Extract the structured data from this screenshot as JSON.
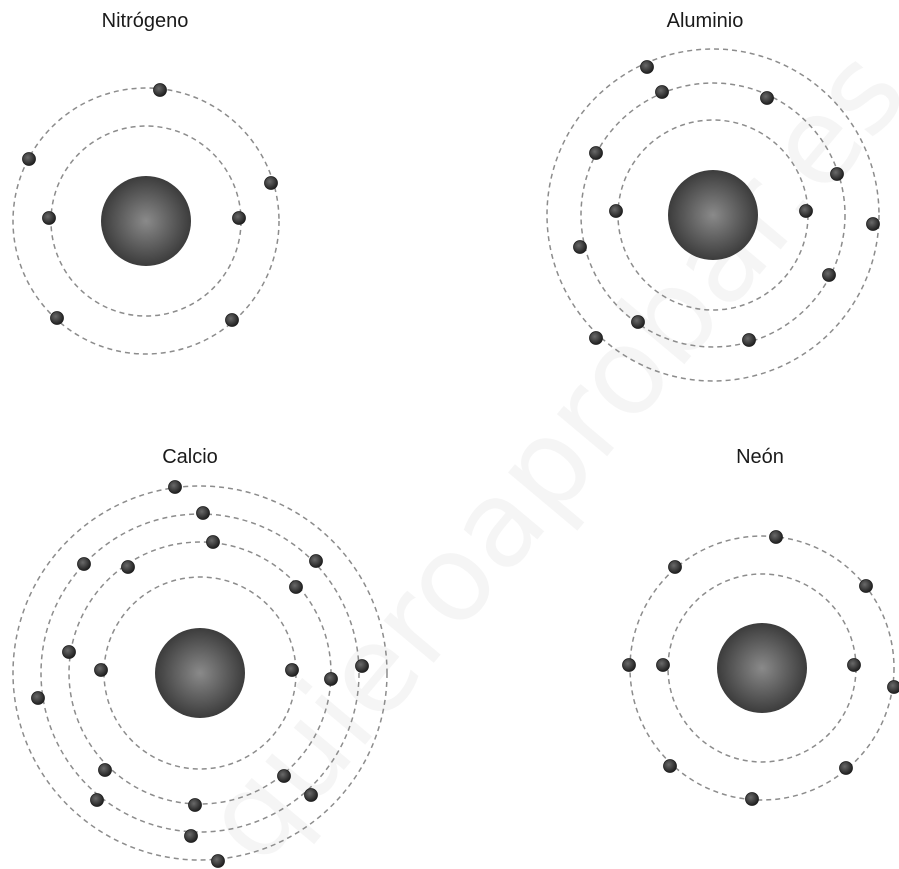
{
  "atoms": [
    {
      "name": "Nitrógeno"
    },
    {
      "name": "Aluminio"
    },
    {
      "name": "Calcio"
    },
    {
      "name": "Neón"
    }
  ],
  "watermark": "quieroaprobar.es",
  "colors": {
    "orbit": "#8c8c8c",
    "electron": "#3a3a3a",
    "nucleus_center": "#8a8a8a",
    "nucleus_edge": "#3c3c3c"
  }
}
